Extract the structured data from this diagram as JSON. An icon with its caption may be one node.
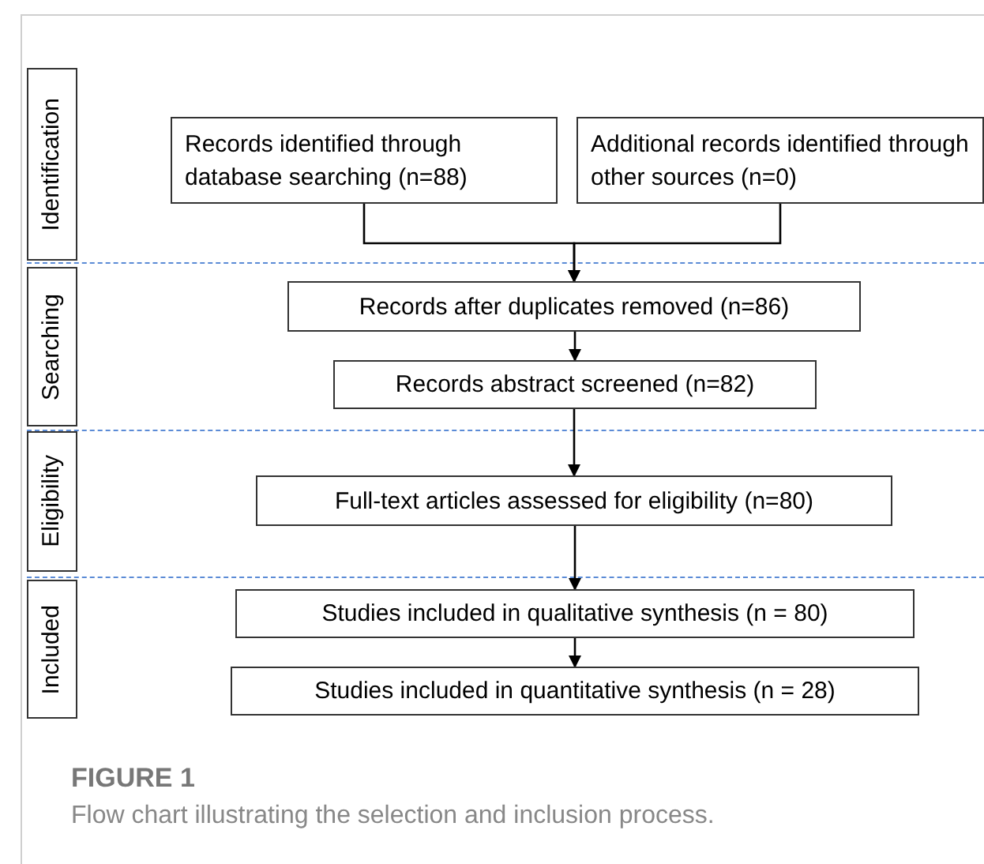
{
  "diagram": {
    "title": "FIGURE 1",
    "caption": "Flow chart illustrating the selection and inclusion process.",
    "nodes": [
      {
        "text": [
          "Identification"
        ]
      },
      {
        "text": [
          "Records identified through database searching (n=88)"
        ]
      },
      {
        "text": [
          "Additional records identified through other sources (n=0)"
        ]
      },
      {
        "text": [
          "Searching"
        ]
      },
      {
        "text": [
          "Records after duplicates removed (n=86)"
        ]
      },
      {
        "text": [
          "Records abstract screened (n=82)"
        ]
      },
      {
        "text": [
          "Eligibility"
        ]
      },
      {
        "text": [
          "Full-text articles assessed for eligibility (n=80)"
        ]
      },
      {
        "text": [
          "Included"
        ]
      },
      {
        "text": [
          "Studies included in qualitative synthesis (n = 80)"
        ]
      },
      {
        "text": [
          "Studies included in quantitative synthesis (n = 28)"
        ]
      }
    ],
    "edges": [
      {
        "from": 1,
        "to": 4,
        "arrow": "to"
      },
      {
        "from": 2,
        "to": 4,
        "arrow": "to"
      },
      {
        "from": 4,
        "to": 5,
        "arrow": "to"
      },
      {
        "from": 5,
        "to": 7,
        "arrow": "to"
      },
      {
        "from": 7,
        "to": 9,
        "arrow": "to"
      },
      {
        "from": 9,
        "to": 10,
        "arrow": "to"
      }
    ]
  }
}
